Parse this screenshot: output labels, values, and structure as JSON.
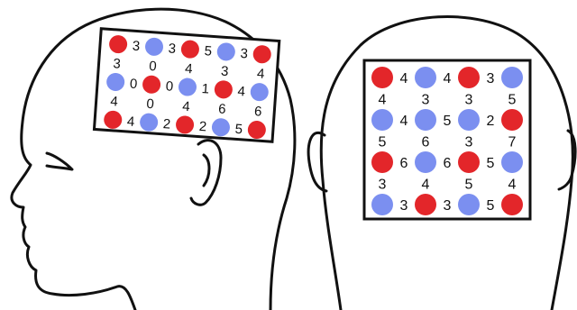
{
  "colors": {
    "red": "#e3262a",
    "blue": "#7b8ff0",
    "line": "#111111",
    "paper": "#ffffff"
  },
  "left_head": {
    "circles": [
      [
        "red",
        "blue",
        "red",
        "blue",
        "red"
      ],
      [
        "blue",
        "red",
        "blue",
        "red",
        "blue"
      ],
      [
        "red",
        "blue",
        "red",
        "blue",
        "red"
      ]
    ],
    "horizontal": [
      [
        "3",
        "3",
        "5",
        "3"
      ],
      [
        "0",
        "0",
        "1",
        "4"
      ],
      [
        "4",
        "2",
        "2",
        "5"
      ]
    ],
    "vertical": [
      [
        "3",
        "0",
        "4",
        "3",
        "4"
      ],
      [
        "4",
        "0",
        "4",
        "6",
        "6"
      ]
    ]
  },
  "right_head": {
    "circles": [
      [
        "red",
        "blue",
        "red",
        "blue"
      ],
      [
        "blue",
        "blue",
        "blue",
        "red"
      ],
      [
        "red",
        "blue",
        "red",
        "blue"
      ],
      [
        "blue",
        "red",
        "blue",
        "red"
      ]
    ],
    "horizontal": [
      [
        "4",
        "4",
        "3"
      ],
      [
        "4",
        "5",
        "2"
      ],
      [
        "6",
        "6",
        "5"
      ],
      [
        "3",
        "3",
        "5"
      ]
    ],
    "vertical": [
      [
        "4",
        "3",
        "3",
        "5"
      ],
      [
        "5",
        "6",
        "3",
        "7"
      ],
      [
        "3",
        "4",
        "5",
        "4"
      ]
    ]
  }
}
